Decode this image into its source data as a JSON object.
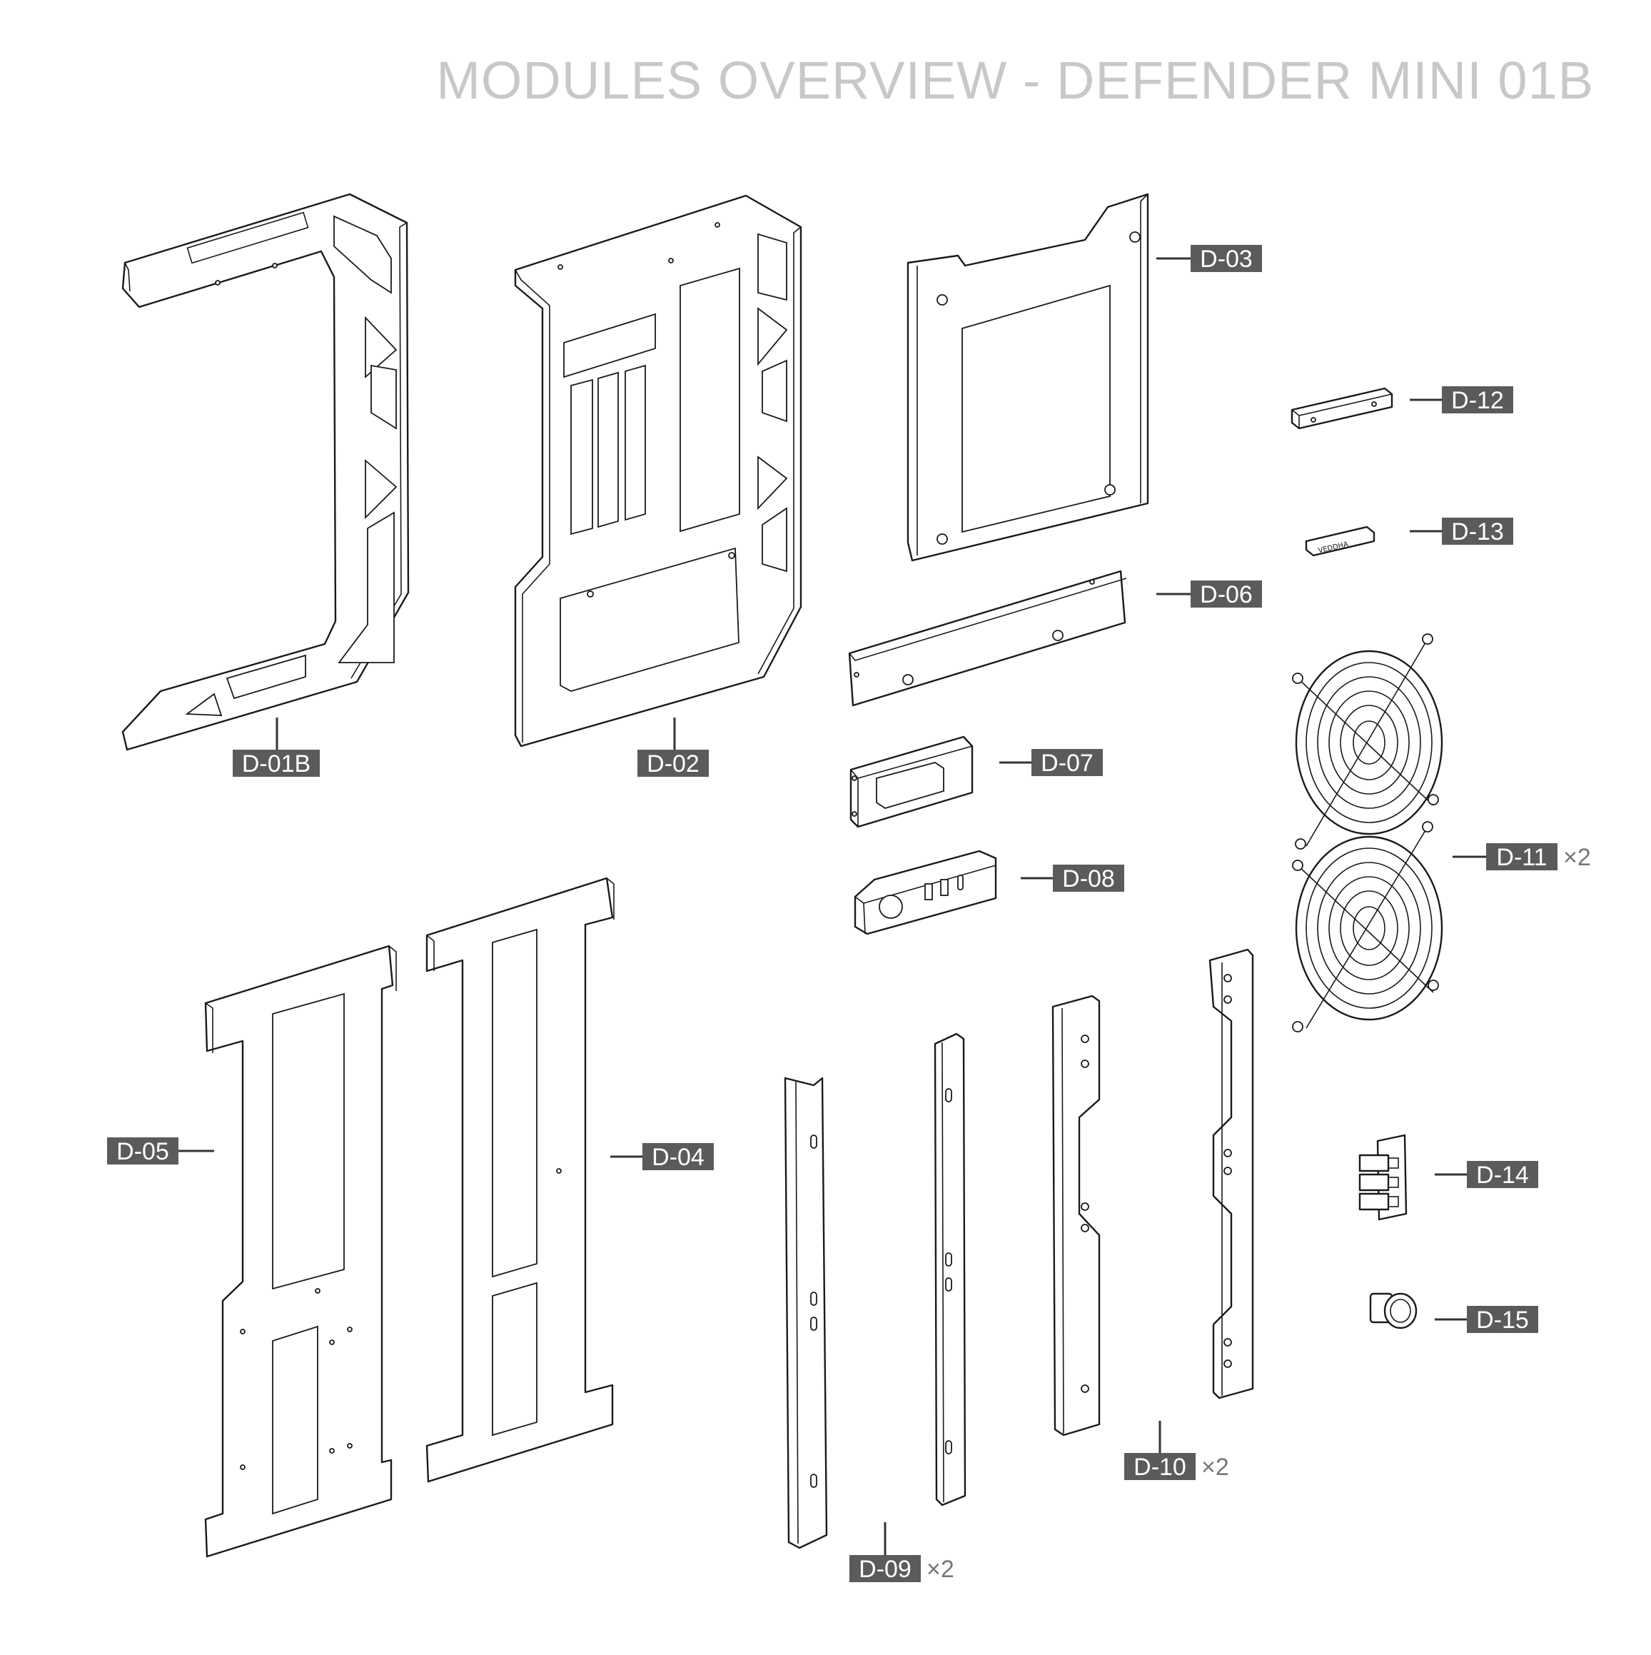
{
  "title": "MODULES OVERVIEW - DEFENDER MINI 01B",
  "parts": [
    {
      "id": "D-01B",
      "qty": ""
    },
    {
      "id": "D-02",
      "qty": ""
    },
    {
      "id": "D-03",
      "qty": ""
    },
    {
      "id": "D-04",
      "qty": ""
    },
    {
      "id": "D-05",
      "qty": ""
    },
    {
      "id": "D-06",
      "qty": ""
    },
    {
      "id": "D-07",
      "qty": ""
    },
    {
      "id": "D-08",
      "qty": ""
    },
    {
      "id": "D-09",
      "qty": "×2"
    },
    {
      "id": "D-10",
      "qty": "×2"
    },
    {
      "id": "D-11",
      "qty": "×2"
    },
    {
      "id": "D-12",
      "qty": ""
    },
    {
      "id": "D-13",
      "qty": ""
    },
    {
      "id": "D-14",
      "qty": ""
    },
    {
      "id": "D-15",
      "qty": ""
    }
  ],
  "badge_text": "VEDDHA"
}
